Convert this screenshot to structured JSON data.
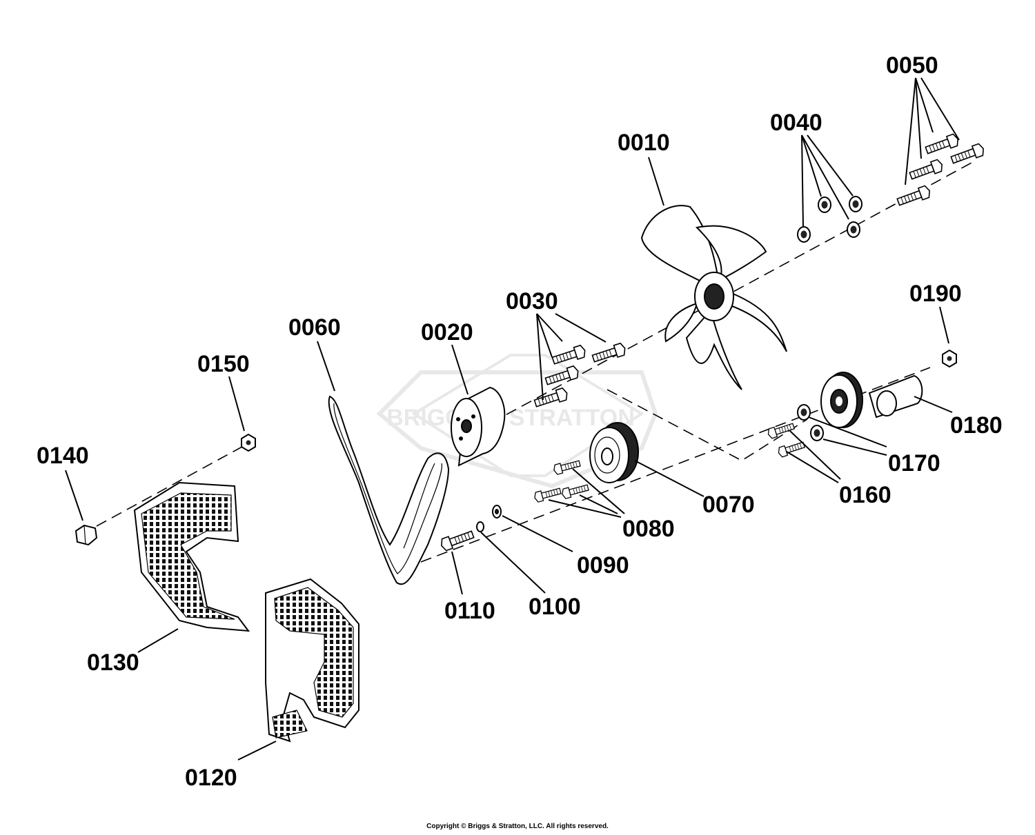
{
  "brand": {
    "watermark_text": "BRIGGS & STRATTON",
    "watermark_color": "#d6d6d6"
  },
  "callouts": {
    "c0010": "0010",
    "c0020": "0020",
    "c0030": "0030",
    "c0040": "0040",
    "c0050": "0050",
    "c0060": "0060",
    "c0070": "0070",
    "c0080": "0080",
    "c0090": "0090",
    "c0100": "0100",
    "c0110": "0110",
    "c0120": "0120",
    "c0130": "0130",
    "c0140": "0140",
    "c0150": "0150",
    "c0160": "0160",
    "c0170": "0170",
    "c0180": "0180",
    "c0190": "0190"
  },
  "footer": {
    "copyright": "Copyright © Briggs & Stratton, LLC. All rights reserved."
  }
}
